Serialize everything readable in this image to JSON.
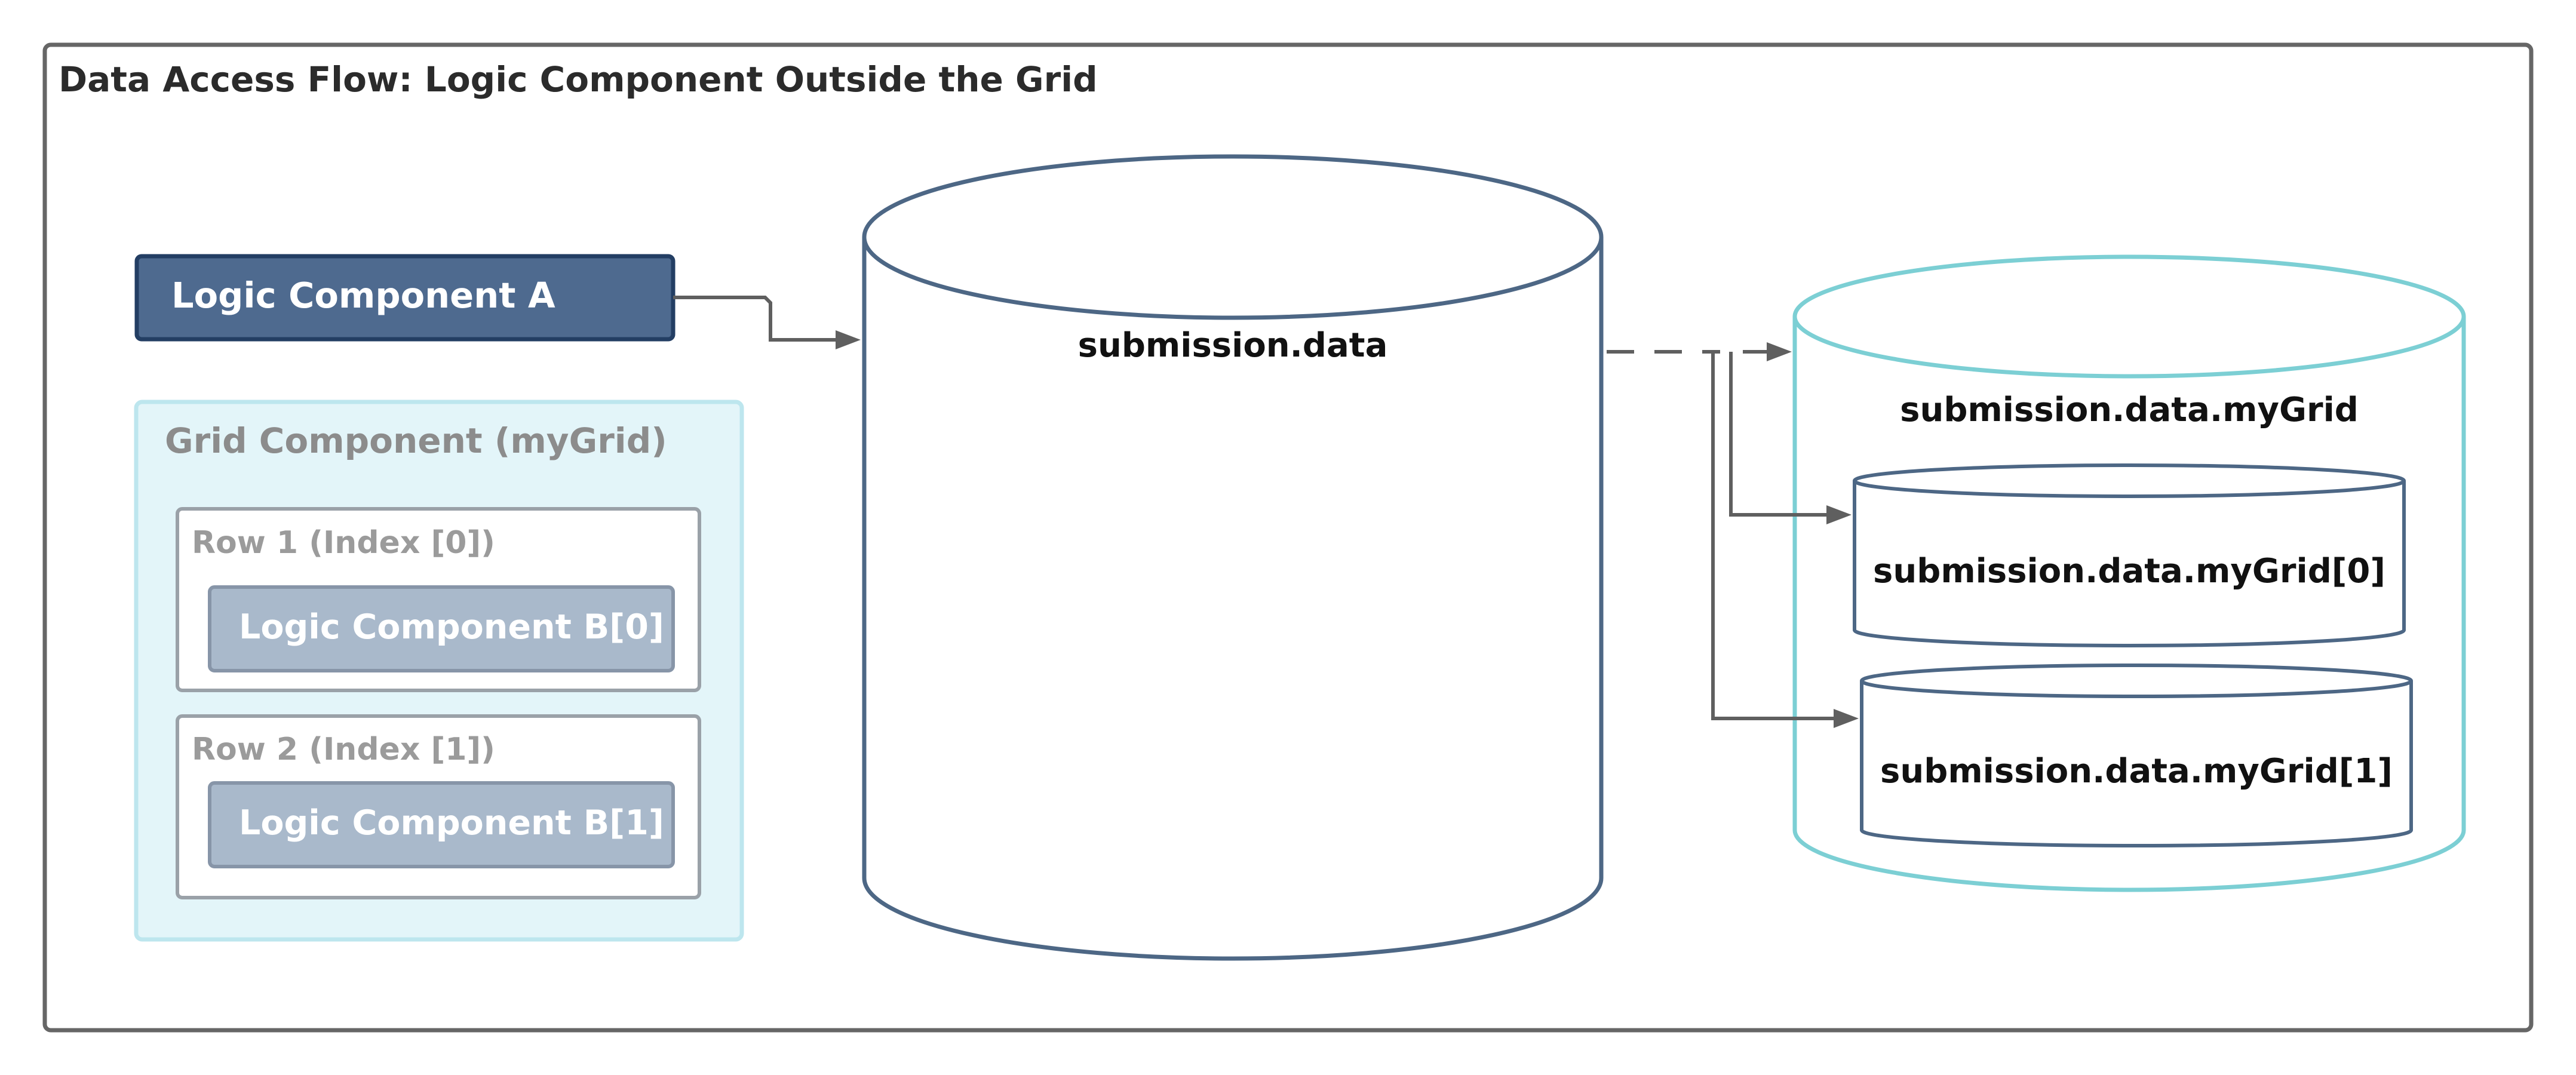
{
  "diagram": {
    "title": "Data Access Flow: Logic Component Outside the Grid",
    "logic_component_a": "Logic Component A",
    "grid_component": {
      "title": "Grid Component (myGrid)",
      "rows": [
        {
          "title": "Row 1 (Index [0])",
          "component": "Logic Component B[0]"
        },
        {
          "title": "Row 2 (Index [1])",
          "component": "Logic Component B[1]"
        }
      ]
    },
    "data_stores": {
      "submission_data": "submission.data",
      "my_grid": "submission.data.myGrid",
      "my_grid_items": [
        "submission.data.myGrid[0]",
        "submission.data.myGrid[1]"
      ]
    }
  },
  "colors": {
    "logic_component_fill": "#4e6a8f",
    "logic_component_border": "#233e63",
    "grid_fill": "#e3f5f9",
    "grid_border": "#bde6ee",
    "component_b_fill": "#a9b9cb",
    "cylinder_stroke": "#4d6785",
    "outer_cylinder_stroke": "#7ccfd4",
    "connector": "#5f5f5f"
  }
}
